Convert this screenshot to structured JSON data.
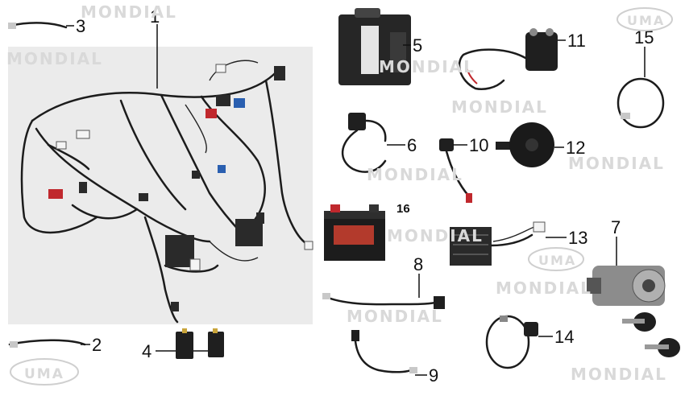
{
  "callouts": {
    "n1": "1",
    "n2": "2",
    "n3": "3",
    "n4": "4",
    "n5": "5",
    "n6": "6",
    "n7": "7",
    "n8": "8",
    "n9": "9",
    "n10": "10",
    "n11": "11",
    "n12": "12",
    "n13": "13",
    "n14": "14",
    "n15": "15",
    "n16": "16"
  },
  "watermarks": {
    "brand": "MONDIAL",
    "logo": "UMA"
  },
  "colors": {
    "wire": "#1c1c1c",
    "part_body": "#2a2a2a",
    "accent_red": "#c0282d",
    "accent_blue": "#2a5fb0",
    "watermark": "#d9d9d9"
  }
}
